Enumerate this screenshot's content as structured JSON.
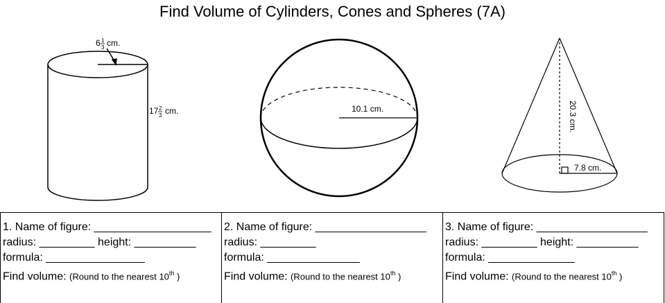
{
  "title": "Find Volume of Cylinders, Cones and Spheres (7A)",
  "figures": {
    "cylinder": {
      "radius_whole": "6",
      "radius_num": "1",
      "radius_den": "3",
      "height_whole": "17",
      "height_num": "2",
      "height_den": "3",
      "unit": "cm."
    },
    "sphere": {
      "radius_label": "10.1 cm."
    },
    "cone": {
      "height_label": "20.3 cm.",
      "radius_label": "7.8 cm."
    }
  },
  "questions": [
    {
      "name_label": "1. Name of figure:",
      "name_blank": "___________________",
      "radius_label": "radius:",
      "radius_blank": "_________",
      "height_label": "height:",
      "height_blank": "__________",
      "formula_label": "formula:",
      "formula_blank": "________________",
      "volume_label": "Find volume:",
      "round_note": "(Round to the nearest 10",
      "sup": "th",
      "close": " )"
    },
    {
      "name_label": "2. Name of figure:",
      "name_blank": "__________________",
      "radius_label": "radius:",
      "radius_blank": "_________",
      "formula_label": "formula:",
      "formula_blank": "_______________",
      "volume_label": "Find volume:",
      "round_note": "(Round to the nearest 10",
      "sup": "th",
      "close": " )"
    },
    {
      "name_label": "3. Name of figure:",
      "name_blank": "__________________",
      "radius_label": "radius:",
      "radius_blank": "_________",
      "height_label": "height:",
      "height_blank": "__________",
      "formula_label": "formula:",
      "formula_blank": "______________",
      "volume_label": "Find volume:",
      "round_note": "(Round to the nearest 10",
      "sup": "th",
      "close": " )"
    }
  ]
}
